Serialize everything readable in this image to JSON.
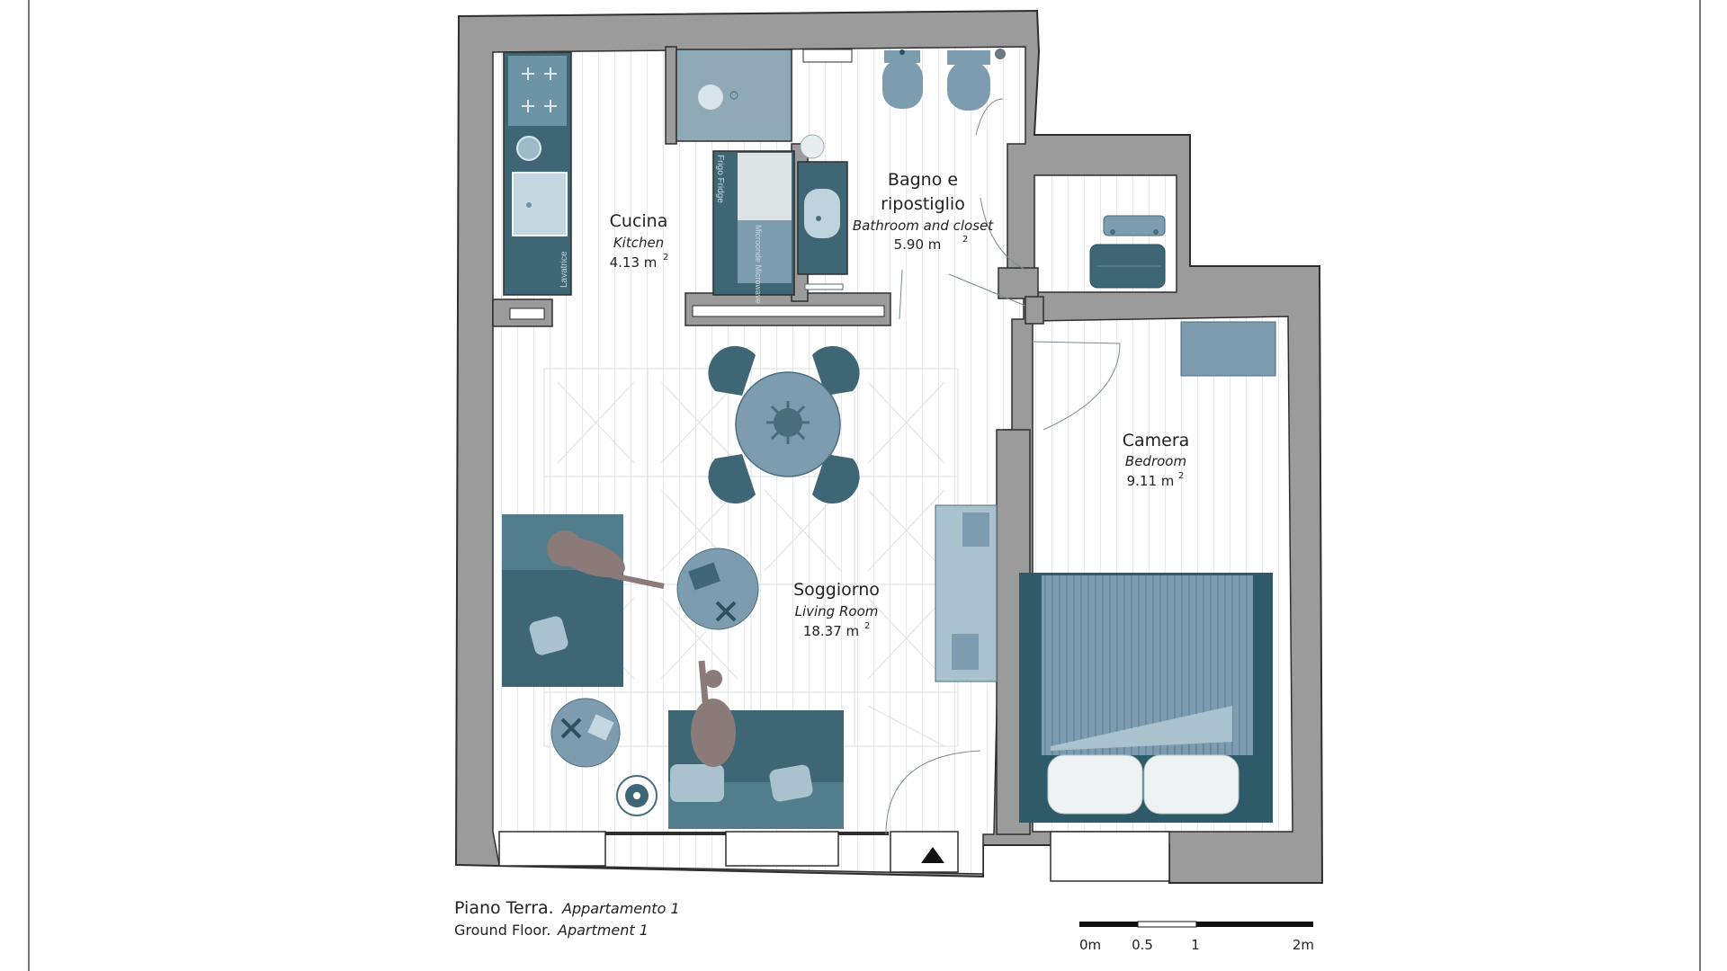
{
  "rooms": {
    "kitchen": {
      "name_it": "Cucina",
      "name_en": "Kitchen",
      "area": "4.13 m",
      "sup": "2"
    },
    "bathroom": {
      "name_it_1": "Bagno e",
      "name_it_2": "ripostiglio",
      "name_en": "Bathroom and closet",
      "area": "5.90 m",
      "sup": "2"
    },
    "bedroom": {
      "name_it": "Camera",
      "name_en": "Bedroom",
      "area": "9.11 m",
      "sup": "2"
    },
    "living": {
      "name_it": "Soggiorno",
      "name_en": "Living Room",
      "area": "18.37 m",
      "sup": "2"
    }
  },
  "fixtures": {
    "fridge": "Frigo Fridge",
    "microwave": "Microonde Microwave",
    "washer": "Lavatrice"
  },
  "caption": {
    "line1_main": "Piano Terra.",
    "line1_sub": "Appartamento 1",
    "line2_main": "Ground Floor.",
    "line2_sub": "Apartment 1"
  },
  "scale_bar": {
    "labels": [
      "0m",
      "0.5",
      "1",
      "2m"
    ]
  },
  "colors": {
    "wall": "#9b9b9b",
    "wall_edge": "#2e2e2e",
    "teal": "#4f7f8f",
    "teal_dark": "#2f5a68",
    "teal_light": "#8fb3c0",
    "floor_line": "#e3e8ea"
  },
  "icons": {
    "entrance": "entrance-arrow-icon"
  }
}
